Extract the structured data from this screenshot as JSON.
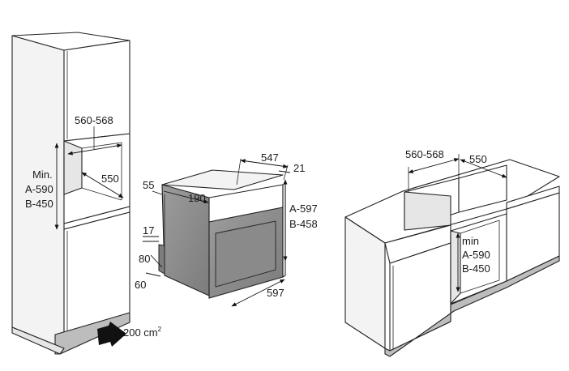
{
  "tall_cabinet": {
    "niche_width": "560-568",
    "niche_depth": "550",
    "min_heading": "Min.",
    "min_height_a": "A-590",
    "min_height_b": "B-450",
    "vent_area": "200 cm",
    "vent_superscript": "2"
  },
  "oven": {
    "depth_total": "547",
    "front_thickness": "21",
    "top_offset": "55",
    "side_depth": "190",
    "height_a": "A-597",
    "height_b": "B-458",
    "width": "597",
    "gap_17": "17",
    "gap_80": "80",
    "gap_60": "60"
  },
  "base_cabinet": {
    "niche_width": "560-568",
    "niche_depth": "550",
    "min_heading": "min",
    "min_height_a": "A-590",
    "min_height_b": "B-450"
  },
  "colors": {
    "line": "#222222",
    "oven_body": "#8a8a8a",
    "panel_light": "#f3f3f3"
  }
}
